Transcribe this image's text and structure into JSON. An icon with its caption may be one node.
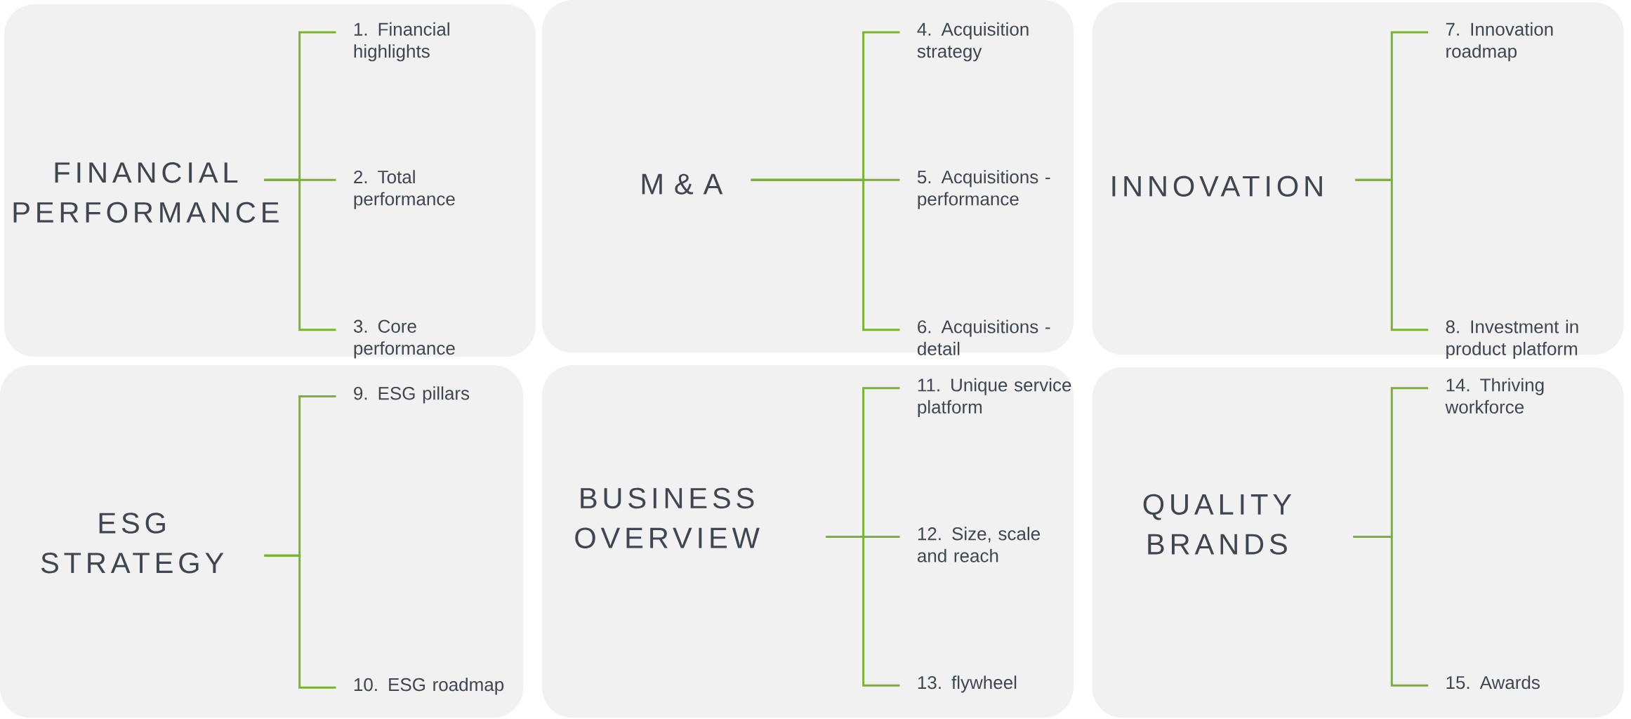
{
  "diagram": {
    "nodes": [
      {
        "text": [],
        "shape": "box"
      },
      {
        "text": [
          "FINANCIAL PERFORMANCE"
        ],
        "in": 0
      },
      {
        "text": [
          "1. Financial highlights"
        ],
        "in": 0
      },
      {
        "text": [
          "2. Total performance"
        ],
        "in": 0
      },
      {
        "text": [
          "3. Core performance"
        ],
        "in": 0
      },
      {
        "text": [],
        "shape": "box"
      },
      {
        "text": [
          "M & A"
        ],
        "in": 5
      },
      {
        "text": [
          "4. Acquisition strategy"
        ],
        "in": 5
      },
      {
        "text": [
          "5. Acquisitions - performance"
        ],
        "in": 5
      },
      {
        "text": [
          "6. Acquisitions - detail"
        ],
        "in": 5
      },
      {
        "text": [],
        "shape": "box"
      },
      {
        "text": [
          "INNOVATION"
        ],
        "in": 10
      },
      {
        "text": [
          "7. Innovation roadmap"
        ],
        "in": 10
      },
      {
        "text": [
          "8. Investment in product platform"
        ],
        "in": 10
      },
      {
        "text": [],
        "shape": "box"
      },
      {
        "text": [
          "ESG STRATEGY"
        ],
        "in": 14
      },
      {
        "text": [
          "9. ESG pillars"
        ],
        "in": 14
      },
      {
        "text": [
          "10. ESG roadmap"
        ],
        "in": 14
      },
      {
        "text": [],
        "shape": "box"
      },
      {
        "text": [
          "BUSINESS OVERVIEW"
        ],
        "in": 18
      },
      {
        "text": [
          "11. Unique service platform"
        ],
        "in": 18
      },
      {
        "text": [
          "12. Size, scale and reach"
        ],
        "in": 18
      },
      {
        "text": [
          "13. flywheel"
        ],
        "in": 18
      },
      {
        "text": [],
        "shape": "box"
      },
      {
        "text": [
          "QUALITY BRANDS"
        ],
        "in": 23
      },
      {
        "text": [
          "14. Thriving workforce"
        ],
        "in": 23
      },
      {
        "text": [
          "15. Awards"
        ],
        "in": 23
      }
    ],
    "edges": [
      {
        "from": 1,
        "to": 2,
        "arrow": "none",
        "color": "#7ab32e"
      },
      {
        "from": 1,
        "to": 3,
        "arrow": "none",
        "color": "#7ab32e"
      },
      {
        "from": 1,
        "to": 4,
        "arrow": "none",
        "color": "#7ab32e"
      },
      {
        "from": 6,
        "to": 7,
        "arrow": "none",
        "color": "#7ab32e"
      },
      {
        "from": 6,
        "to": 8,
        "arrow": "none",
        "color": "#7ab32e"
      },
      {
        "from": 6,
        "to": 9,
        "arrow": "none",
        "color": "#7ab32e"
      },
      {
        "from": 11,
        "to": 12,
        "arrow": "none",
        "color": "#7ab32e"
      },
      {
        "from": 11,
        "to": 13,
        "arrow": "none",
        "color": "#7ab32e"
      },
      {
        "from": 15,
        "to": 16,
        "arrow": "none",
        "color": "#7ab32e"
      },
      {
        "from": 15,
        "to": 17,
        "arrow": "none",
        "color": "#7ab32e"
      },
      {
        "from": 19,
        "to": 20,
        "arrow": "none",
        "color": "#7ab32e"
      },
      {
        "from": 19,
        "to": 21,
        "arrow": "none",
        "color": "#7ab32e"
      },
      {
        "from": 19,
        "to": 22,
        "arrow": "none",
        "color": "#7ab32e"
      },
      {
        "from": 24,
        "to": 25,
        "arrow": "none",
        "color": "#7ab32e"
      },
      {
        "from": 24,
        "to": 26,
        "arrow": "none",
        "color": "#7ab32e"
      }
    ]
  }
}
